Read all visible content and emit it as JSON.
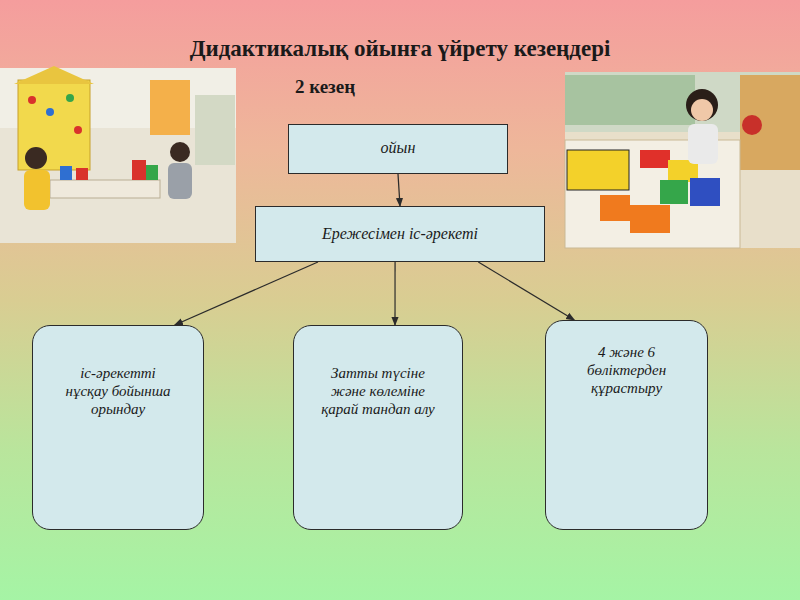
{
  "diagram": {
    "title": "Дидактикалық ойынға үйрету кезеңдері",
    "nodes": [
      {
        "text": [
          "ойын"
        ]
      },
      {
        "text": [
          "Ережесімен іс-әрекеті"
        ]
      },
      {
        "text": [
          "іс-әрекетті нұсқау бойынша орындау"
        ]
      },
      {
        "text": [
          "Затты түсіне және көлеміне қарай тандап алу"
        ]
      },
      {
        "text": [
          "4 және 6 бөліктерден құрастыру"
        ]
      }
    ],
    "edges": [
      {
        "from": 0,
        "to": 1,
        "arrow": "to"
      },
      {
        "from": 1,
        "to": 2,
        "arrow": "to"
      },
      {
        "from": 1,
        "to": 3,
        "arrow": "to"
      },
      {
        "from": 1,
        "to": 4,
        "arrow": "to"
      }
    ],
    "labels": [
      "2 кезең"
    ]
  }
}
